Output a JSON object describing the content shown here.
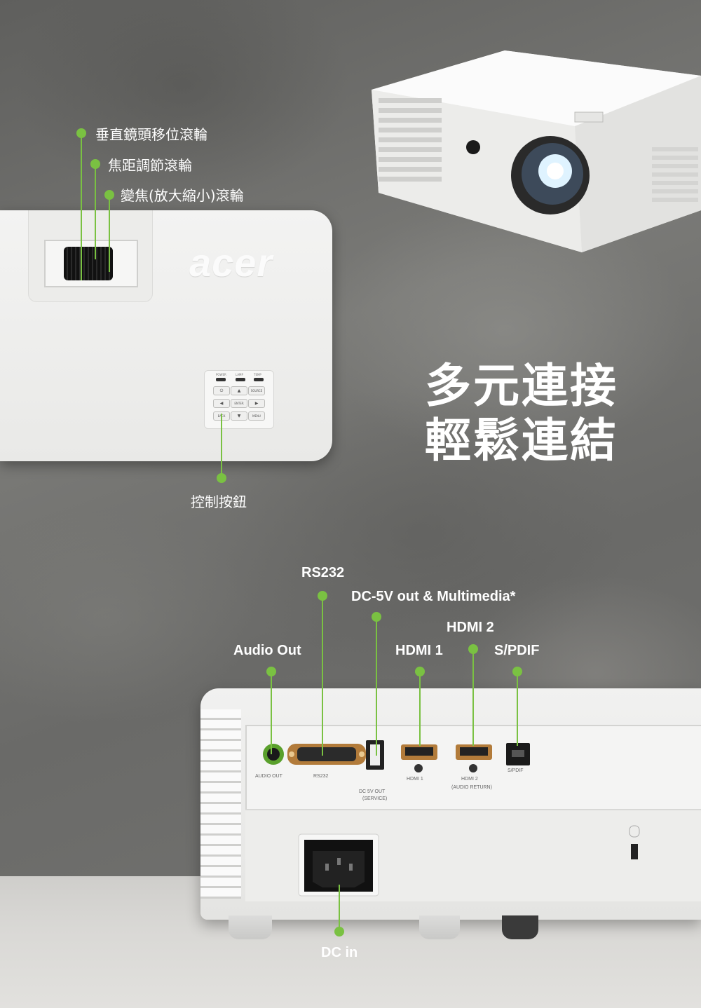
{
  "headline": {
    "line1": "多元連接",
    "line2": "輕鬆連結"
  },
  "top_view": {
    "logo_text": "acer",
    "callouts": {
      "vertical_lens_shift": "垂直鏡頭移位滾輪",
      "focus": "焦距調節滾輪",
      "zoom": "變焦(放大縮小)滾輪",
      "control_buttons": "控制按鈕"
    },
    "keypad": {
      "indicators": [
        "POWER",
        "LAMP",
        "TEMP"
      ],
      "keys": [
        [
          "⏻",
          "▲",
          "SOURCE"
        ],
        [
          "◀",
          "ENTER",
          "▶"
        ],
        [
          "BACK",
          "▼",
          "MENU"
        ]
      ]
    }
  },
  "rear_view": {
    "callouts": {
      "rs232": "RS232",
      "dc5v": "DC-5V out & Multimedia*",
      "hdmi2": "HDMI 2",
      "audio_out": "Audio Out",
      "hdmi1": "HDMI 1",
      "spdif": "S/PDIF",
      "dc_in": "DC in"
    },
    "port_labels": {
      "audio_out": "AUDIO OUT",
      "rs232": "RS232",
      "dc5v_line1": "DC 5V OUT",
      "dc5v_line2": "(SERVICE)",
      "hdmi1": "HDMI 1",
      "hdmi2": "HDMI 2",
      "hdmi2_note": "(AUDIO RETURN)",
      "spdif": "S/PDIF"
    }
  },
  "colors": {
    "accent": "#7ac142",
    "text": "#ffffff"
  }
}
